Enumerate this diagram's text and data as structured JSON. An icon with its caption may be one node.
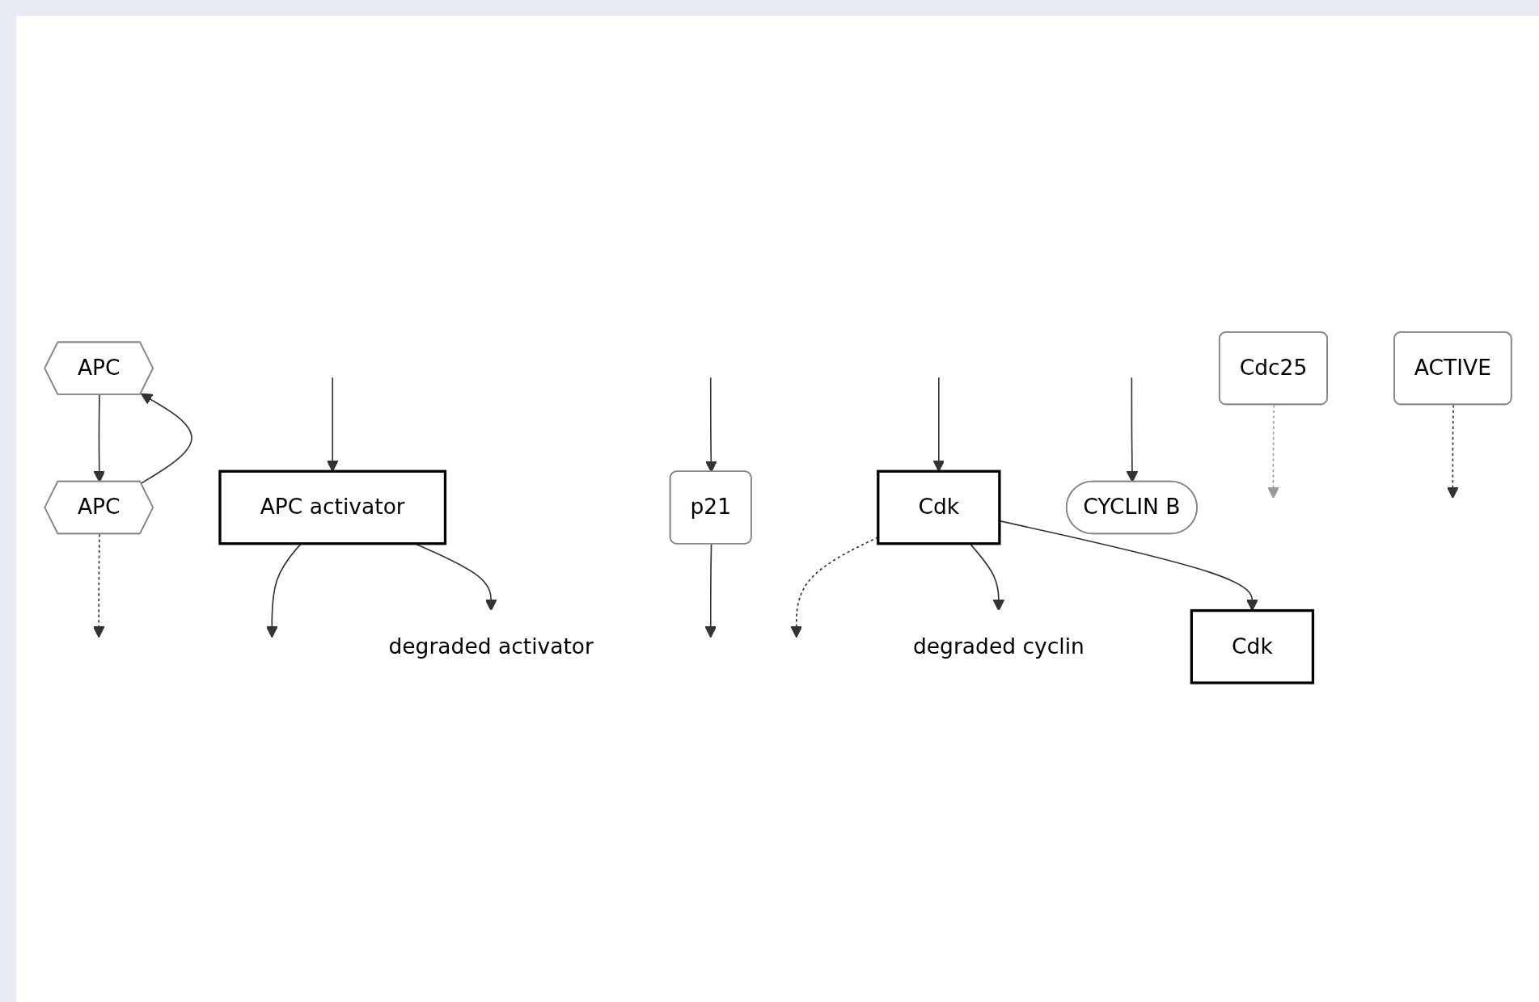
{
  "diagram": {
    "nodes": [
      {
        "text": [
          "APC activator"
        ]
      },
      {
        "text": [
          "APC"
        ]
      },
      {
        "text": [
          "APC"
        ]
      },
      {
        "text": [
          "ACTIVE"
        ]
      },
      {
        "text": [
          "degraded activator"
        ]
      },
      {
        "text": [
          "Cdc25"
        ]
      },
      {
        "text": [
          "p21"
        ]
      },
      {
        "text": [
          "Cdk"
        ]
      },
      {
        "text": [
          "Cdk"
        ]
      },
      {
        "text": [
          "CYCLIN B"
        ]
      },
      {
        "text": [
          "degraded cyclin"
        ]
      }
    ],
    "edges": [
      {
        "from": 0,
        "to": null,
        "arrow": "to"
      },
      {
        "from": null,
        "to": 0,
        "arrow": "to"
      },
      {
        "from": 0,
        "to": 4,
        "arrow": "to"
      },
      {
        "from": 2,
        "to": null,
        "arrow": "to",
        "style": "dashed"
      },
      {
        "from": 1,
        "to": 2,
        "arrow": "to"
      },
      {
        "from": 2,
        "to": 1,
        "arrow": "to"
      },
      {
        "from": 8,
        "to": null,
        "arrow": "to",
        "style": "dashed"
      },
      {
        "from": 5,
        "to": null,
        "arrow": "to",
        "style": "dashed",
        "color": "#999999"
      },
      {
        "from": null,
        "to": 6,
        "arrow": "to"
      },
      {
        "from": 6,
        "to": null,
        "arrow": "to"
      },
      {
        "from": null,
        "to": 8,
        "arrow": "to"
      },
      {
        "from": 8,
        "to": 10,
        "arrow": "to"
      },
      {
        "from": 8,
        "to": 7,
        "arrow": "to"
      },
      {
        "from": 3,
        "to": null,
        "arrow": "to",
        "style": "dashed"
      },
      {
        "from": null,
        "to": 9,
        "arrow": "to"
      }
    ]
  }
}
